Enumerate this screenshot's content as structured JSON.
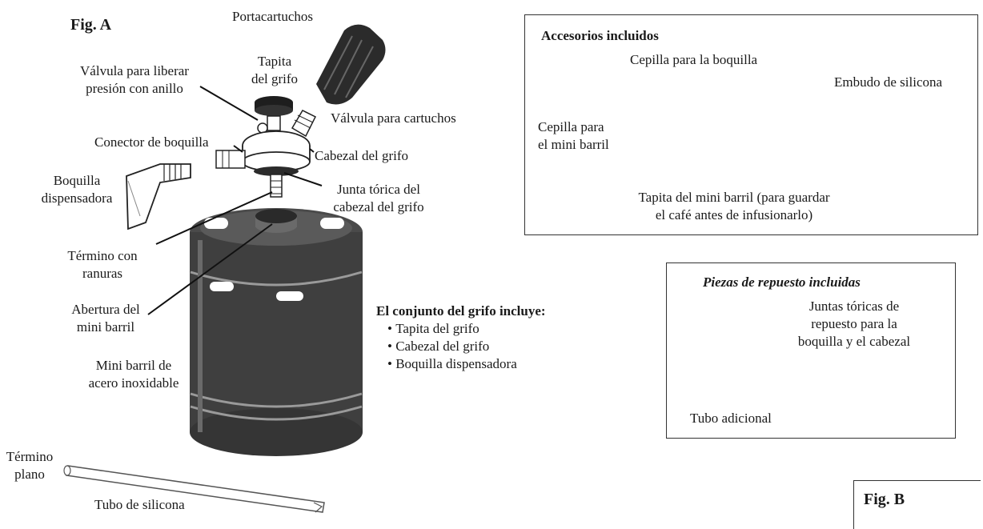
{
  "fig_a": {
    "title": "Fig. A",
    "labels": {
      "portacartuchos": "Portacartuchos",
      "tapita_grifo": [
        "Tapita",
        "del grifo"
      ],
      "valvula_liberar": [
        "Válvula para liberar",
        "presión con anillo"
      ],
      "valvula_cartuchos": "Válvula para cartuchos",
      "conector_boquilla": "Conector de boquilla",
      "cabezal_grifo": "Cabezal del grifo",
      "boquilla": [
        "Boquilla",
        "dispensadora"
      ],
      "junta_torica": [
        "Junta tórica del",
        "cabezal del grifo"
      ],
      "termino_ranuras": [
        "Término con",
        "ranuras"
      ],
      "abertura": [
        "Abertura del",
        "mini barril"
      ],
      "mini_barril": [
        "Mini barril de",
        "acero inoxidable"
      ],
      "termino_plano": [
        "Término",
        "plano"
      ],
      "tubo_silicona": "Tubo de silicona"
    },
    "conjunto": {
      "title": "El conjunto del grifo incluye:",
      "items": [
        "Tapita del grifo",
        "Cabezal del grifo",
        "Boquilla dispensadora"
      ]
    }
  },
  "accesorios": {
    "title": "Accesorios incluidos",
    "cepilla_boquilla": "Cepilla para la boquilla",
    "cepilla_barril": [
      "Cepilla para",
      "el mini barril"
    ],
    "embudo": "Embudo de silicona",
    "tapita_barril": [
      "Tapita del mini barril (para guardar",
      "el café antes de infusionarlo)"
    ]
  },
  "repuesto": {
    "title": "Piezas de repuesto incluidas",
    "juntas": [
      "Juntas tóricas de",
      "repuesto para la",
      "boquilla y el cabezal"
    ],
    "tubo": "Tubo adicional"
  },
  "fig_b": {
    "title": "Fig. B"
  },
  "colors": {
    "metal": "#3f3f3f",
    "ink": "#1a1a1a",
    "light": "#bdbdbd"
  }
}
